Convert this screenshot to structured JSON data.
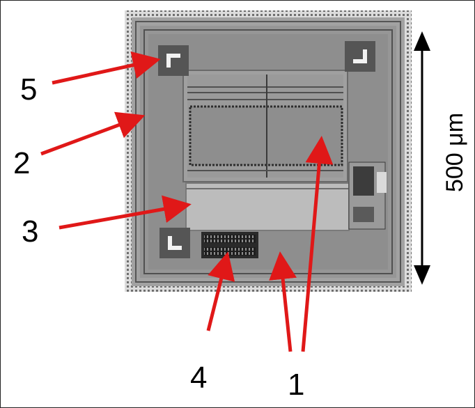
{
  "figure": {
    "callout_labels": [
      {
        "id": "label-1",
        "text": "1"
      },
      {
        "id": "label-2",
        "text": "2"
      },
      {
        "id": "label-3",
        "text": "3"
      },
      {
        "id": "label-4",
        "text": "4"
      },
      {
        "id": "label-5",
        "text": "5"
      }
    ],
    "scale_bar_label": "500 μm",
    "colors": {
      "arrow": "#e01818",
      "scale_arrow": "#000000",
      "die_outer": "#9a9a9a",
      "die_inner": "#8c8c8c",
      "plate": "#b8b8b8",
      "pads": "#e8e8e8"
    },
    "icons": [
      "alignment-mark-icon",
      "pad-array-icon",
      "scale-arrow-icon",
      "red-arrow-icon"
    ]
  }
}
